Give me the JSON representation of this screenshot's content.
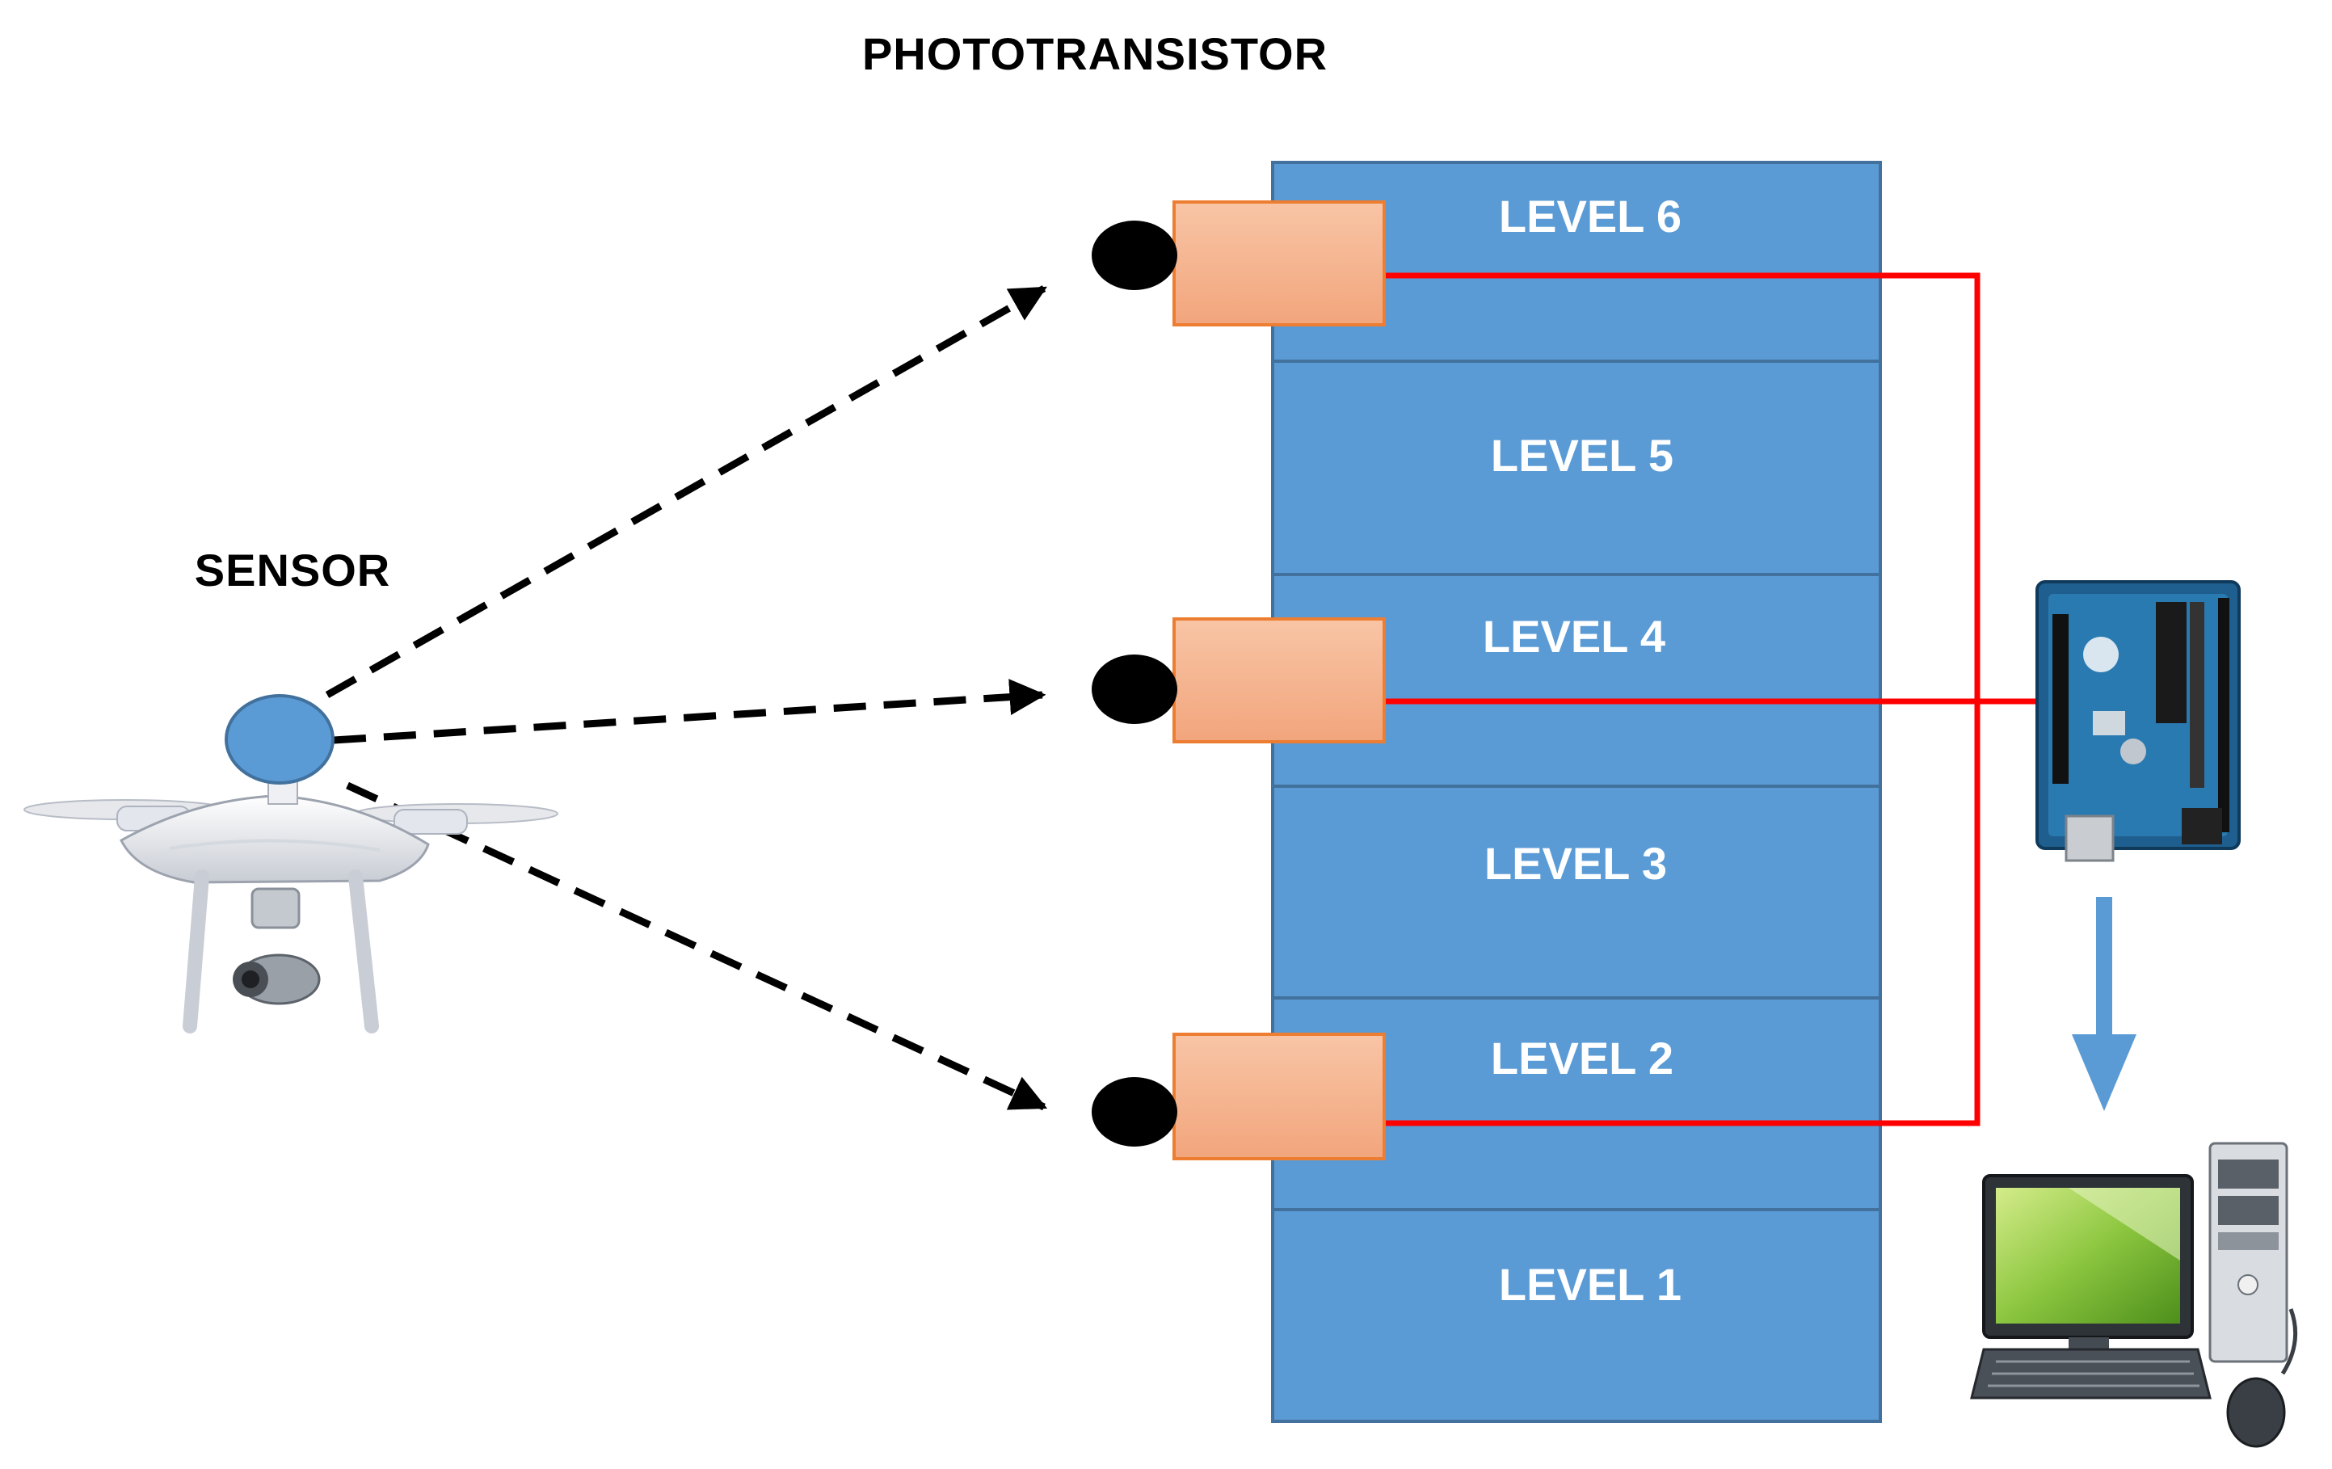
{
  "labels": {
    "phototransistor": "PHOTOTRANSISTOR",
    "sensor": "SENSOR"
  },
  "levels": [
    {
      "label": "LEVEL 6"
    },
    {
      "label": "LEVEL 5"
    },
    {
      "label": "LEVEL 4"
    },
    {
      "label": "LEVEL 3"
    },
    {
      "label": "LEVEL 2"
    },
    {
      "label": "LEVEL 1"
    }
  ],
  "colors": {
    "building": "#5b9bd5",
    "building_border": "#41719c",
    "phototransistor_box": "#f4b183",
    "phototransistor_border": "#ed7d31",
    "wire": "#ff0000",
    "flow_arrow": "#5b9bd5",
    "beam": "#000000",
    "sensor": "#5b9bd5"
  },
  "icons": {
    "drone": "drone-icon",
    "arduino": "arduino-board-icon",
    "computer": "desktop-computer-icon"
  }
}
